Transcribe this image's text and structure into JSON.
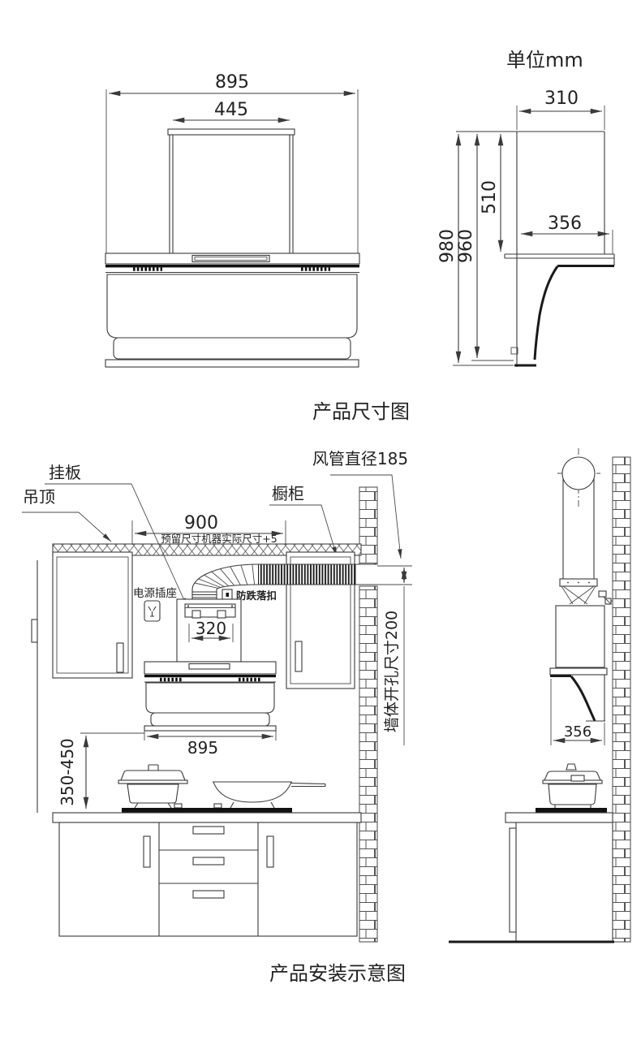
{
  "unit_label": "单位mm",
  "captions": {
    "size_diagram": "产品尺寸图",
    "install_diagram": "产品安装示意图"
  },
  "product_front": {
    "overall_width": "895",
    "panel_width": "445"
  },
  "product_side": {
    "top_depth": "310",
    "upper_height": "510",
    "total_height": "980",
    "body_height": "960",
    "front_depth": "356"
  },
  "install_front": {
    "hanging_plate_label": "挂板",
    "ceiling_label": "吊顶",
    "duct_label": "风管直径185",
    "cabinet_label": "橱柜",
    "reserved_width": "900",
    "reserved_note": "预留尺寸机器实际尺寸+5",
    "power_socket_label": "电源插座",
    "anti_fall_label": "防跌落扣",
    "plate_width": "320",
    "hood_width": "895",
    "height_range": "350-450",
    "wall_opening_label": "墙体开孔尺寸200"
  },
  "install_side": {
    "wall_depth": "356"
  },
  "colors": {
    "line": "#3a3a3a",
    "dark": "#111111",
    "background": "#ffffff"
  }
}
